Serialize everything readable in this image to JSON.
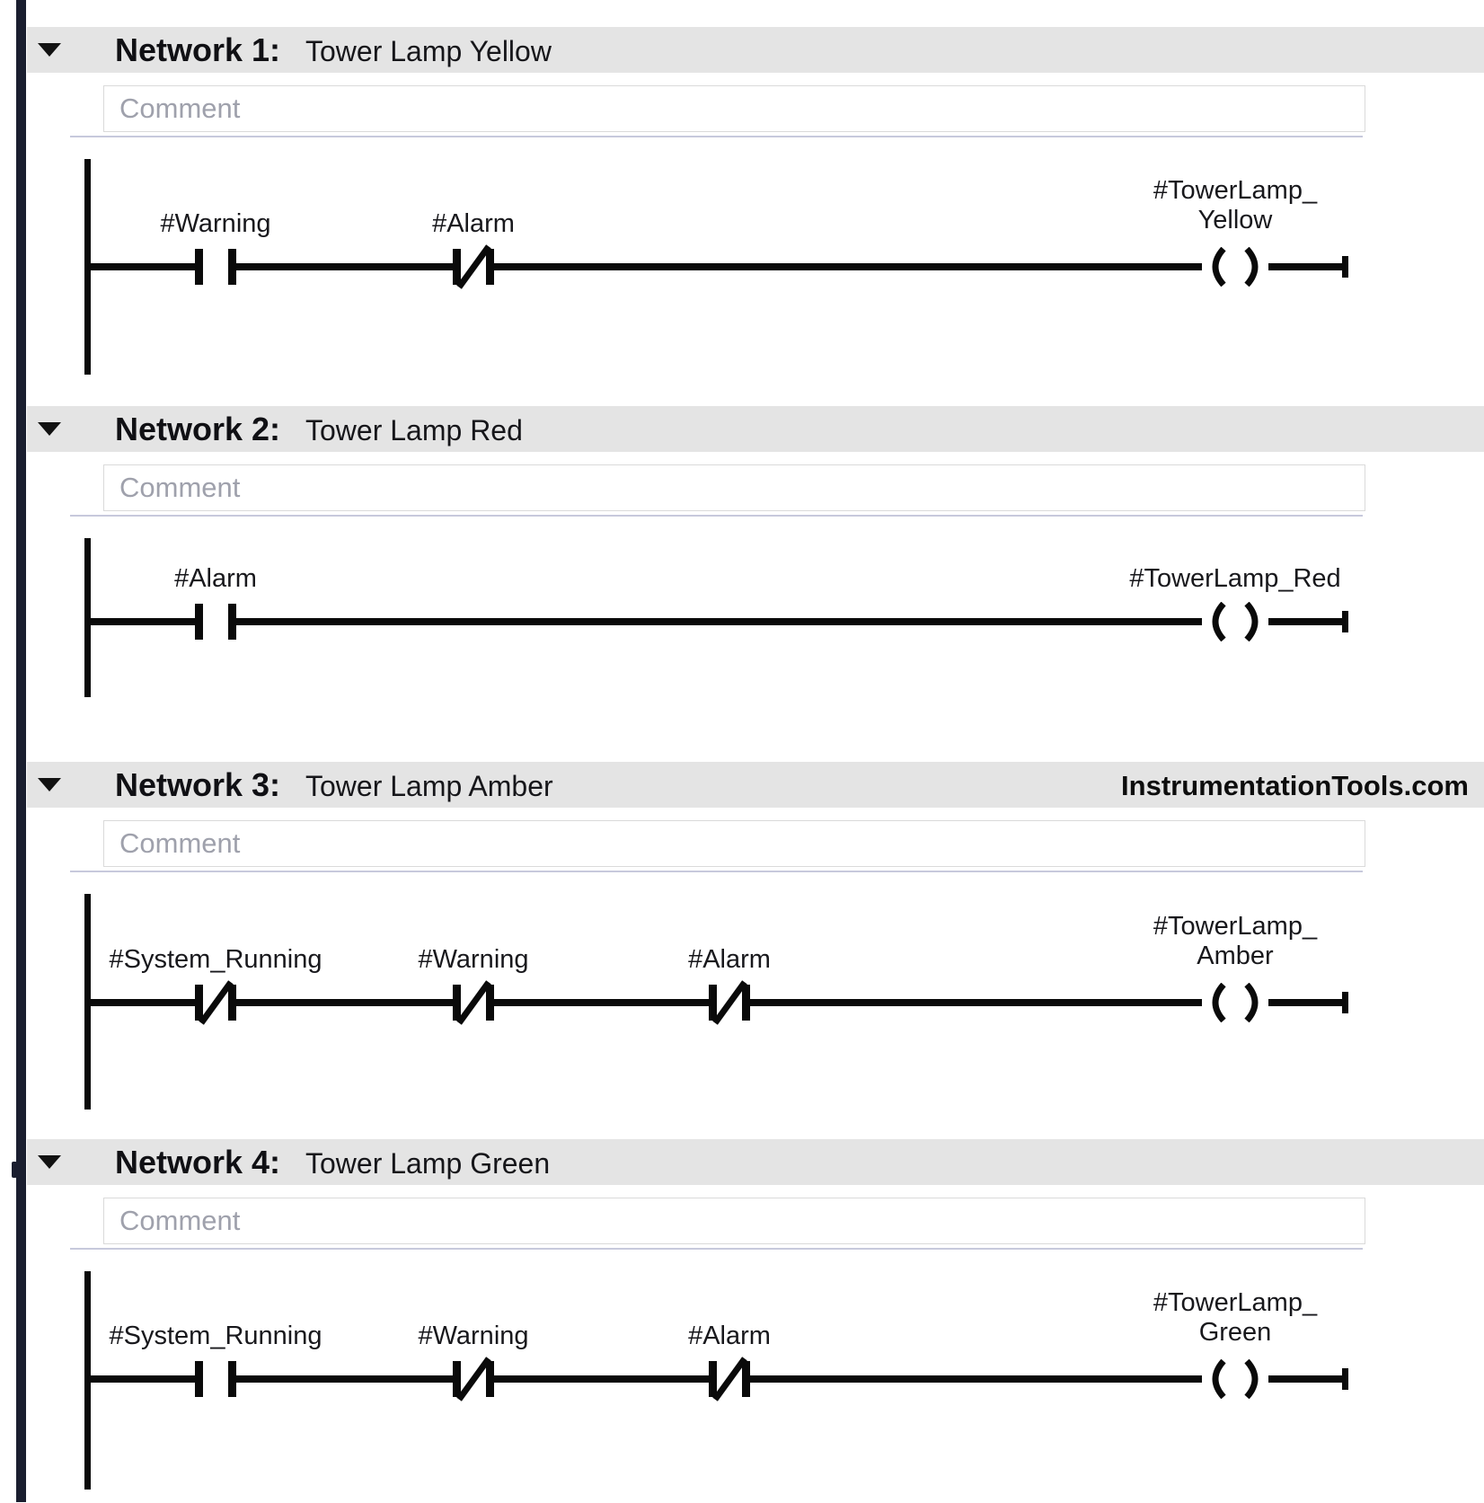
{
  "app": {
    "editor": "ladder-logic-editor",
    "watermark": "InstrumentationTools.com"
  },
  "colors": {
    "wire": "#0a0a0a",
    "header_bg": "#e4e4e4",
    "sidebar": "#1a1e2f",
    "separator": "#c7c9dc",
    "comment_text": "#9fa1ac"
  },
  "icons": {
    "collapse_triangle": "triangle-down"
  },
  "networks": [
    {
      "name_label": "Network 1:",
      "title": "Tower Lamp Yellow",
      "comment_placeholder": "Comment",
      "header_right": "",
      "contacts": [
        {
          "label": "#Warning",
          "type": "NO"
        },
        {
          "label": "#Alarm",
          "type": "NC"
        }
      ],
      "coil": {
        "lines": [
          "#TowerLamp_",
          "Yellow"
        ],
        "type": "output-coil"
      }
    },
    {
      "name_label": "Network 2:",
      "title": "Tower Lamp Red",
      "comment_placeholder": "Comment",
      "header_right": "",
      "contacts": [
        {
          "label": "#Alarm",
          "type": "NO"
        }
      ],
      "coil": {
        "lines": [
          "#TowerLamp_Red"
        ],
        "type": "output-coil"
      }
    },
    {
      "name_label": "Network 3:",
      "title": "Tower Lamp Amber",
      "comment_placeholder": "Comment",
      "header_right": "InstrumentationTools.com",
      "contacts": [
        {
          "label": "#System_Running",
          "type": "NC"
        },
        {
          "label": "#Warning",
          "type": "NC"
        },
        {
          "label": "#Alarm",
          "type": "NC"
        }
      ],
      "coil": {
        "lines": [
          "#TowerLamp_",
          "Amber"
        ],
        "type": "output-coil"
      }
    },
    {
      "name_label": "Network 4:",
      "title": "Tower Lamp Green",
      "comment_placeholder": "Comment",
      "header_right": "",
      "contacts": [
        {
          "label": "#System_Running",
          "type": "NO"
        },
        {
          "label": "#Warning",
          "type": "NC"
        },
        {
          "label": "#Alarm",
          "type": "NC"
        }
      ],
      "coil": {
        "lines": [
          "#TowerLamp_",
          "Green"
        ],
        "type": "output-coil"
      }
    }
  ]
}
